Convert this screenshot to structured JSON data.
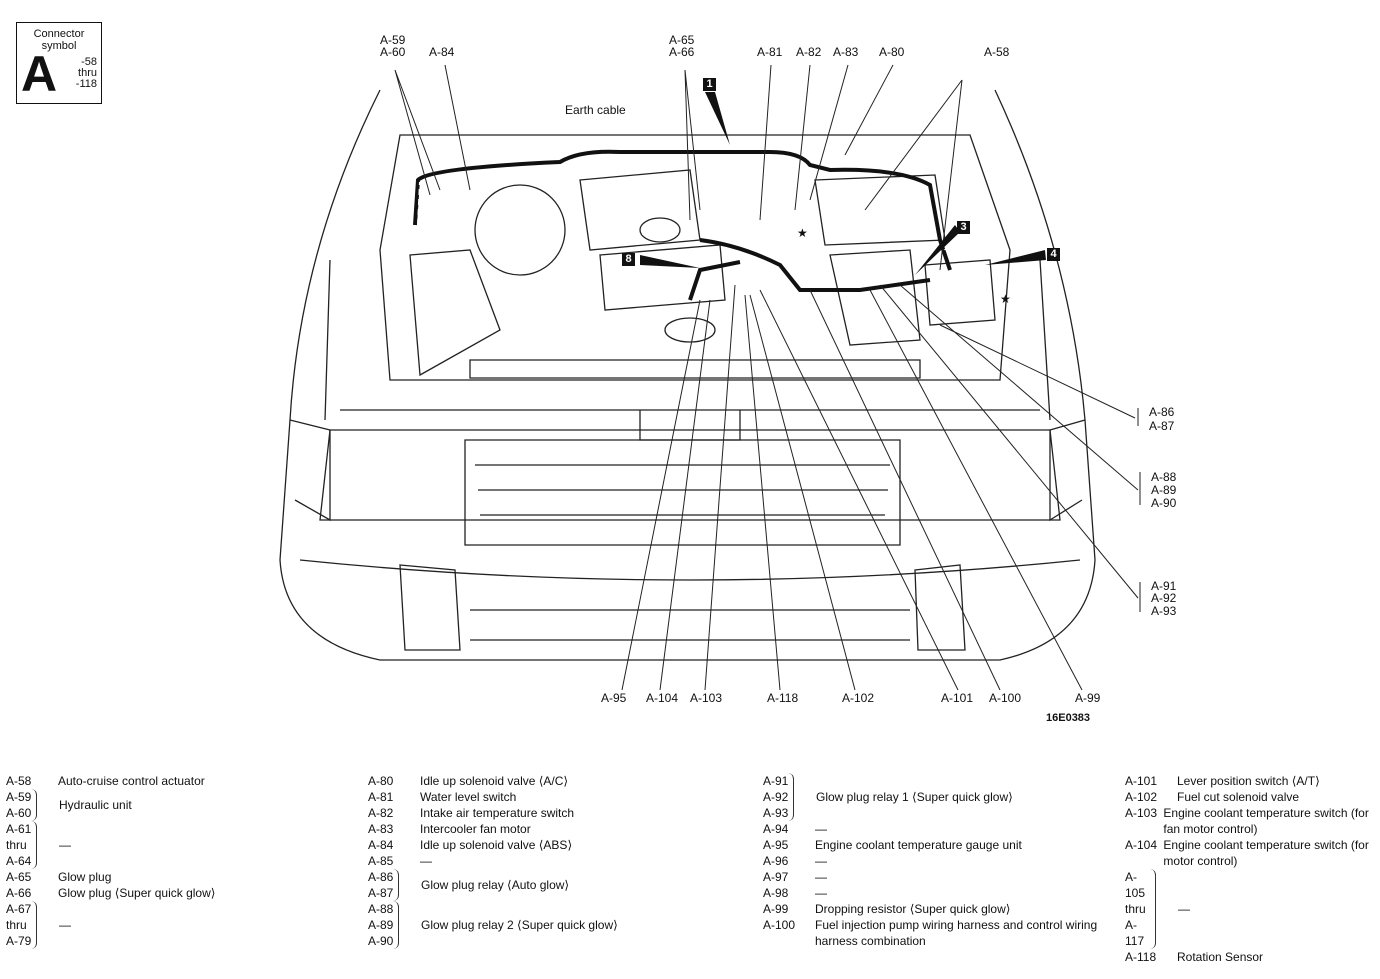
{
  "symbol": {
    "title_line1": "Connector",
    "title_line2": "symbol",
    "letter": "A",
    "range_top": "-58",
    "range_mid": "thru",
    "range_bot": "-118"
  },
  "figure_code": "16E0383",
  "earth_cable": "Earth cable",
  "markers": [
    "1",
    "3",
    "4",
    "8"
  ],
  "top_labels": {
    "a59": "A-59",
    "a60": "A-60",
    "a84": "A-84",
    "a65": "A-65",
    "a66": "A-66",
    "a81": "A-81",
    "a82": "A-82",
    "a83": "A-83",
    "a80": "A-80",
    "a58": "A-58"
  },
  "bottom_labels": {
    "a95": "A-95",
    "a104": "A-104",
    "a103": "A-103",
    "a118": "A-118",
    "a102": "A-102",
    "a101": "A-101",
    "a100": "A-100",
    "a99": "A-99"
  },
  "right_labels": {
    "a86": "A-86",
    "a87": "A-87",
    "a88": "A-88",
    "a89": "A-89",
    "a90": "A-90",
    "a91": "A-91",
    "a92": "A-92",
    "a93": "A-93"
  },
  "legend": [
    [
      {
        "ids": [
          "A-58"
        ],
        "desc": "Auto-cruise control actuator"
      },
      {
        "ids": [
          "A-59",
          "A-60"
        ],
        "desc": "Hydraulic unit"
      },
      {
        "ids": [
          "A-61",
          "thru",
          "A-64"
        ],
        "desc": "—"
      },
      {
        "ids": [
          "A-65"
        ],
        "desc": "Glow plug"
      },
      {
        "ids": [
          "A-66"
        ],
        "desc": "Glow plug ⟨Super quick glow⟩"
      },
      {
        "ids": [
          "A-67",
          "thru",
          "A-79"
        ],
        "desc": "—"
      }
    ],
    [
      {
        "ids": [
          "A-80"
        ],
        "desc": "Idle up solenoid valve ⟨A/C⟩"
      },
      {
        "ids": [
          "A-81"
        ],
        "desc": "Water level switch"
      },
      {
        "ids": [
          "A-82"
        ],
        "desc": "Intake air temperature switch"
      },
      {
        "ids": [
          "A-83"
        ],
        "desc": "Intercooler fan motor"
      },
      {
        "ids": [
          "A-84"
        ],
        "desc": "Idle up solenoid valve ⟨ABS⟩"
      },
      {
        "ids": [
          "A-85"
        ],
        "desc": "—"
      },
      {
        "ids": [
          "A-86",
          "A-87"
        ],
        "desc": "Glow plug relay ⟨Auto glow⟩"
      },
      {
        "ids": [
          "A-88",
          "A-89",
          "A-90"
        ],
        "desc": "Glow plug relay 2 ⟨Super quick glow⟩"
      }
    ],
    [
      {
        "ids": [
          "A-91",
          "A-92",
          "A-93"
        ],
        "desc": "Glow plug relay 1 ⟨Super quick glow⟩"
      },
      {
        "ids": [
          "A-94"
        ],
        "desc": "—"
      },
      {
        "ids": [
          "A-95"
        ],
        "desc": "Engine coolant temperature gauge unit"
      },
      {
        "ids": [
          "A-96"
        ],
        "desc": "—"
      },
      {
        "ids": [
          "A-97"
        ],
        "desc": "—"
      },
      {
        "ids": [
          "A-98"
        ],
        "desc": "—"
      },
      {
        "ids": [
          "A-99"
        ],
        "desc": "Dropping resistor ⟨Super quick glow⟩"
      },
      {
        "ids": [
          "A-100"
        ],
        "desc": "Fuel injection pump wiring harness and control wiring harness combination",
        "wrap": true
      }
    ],
    [
      {
        "ids": [
          "A-101"
        ],
        "desc": "Lever position switch ⟨A/T⟩"
      },
      {
        "ids": [
          "A-102"
        ],
        "desc": "Fuel cut solenoid valve"
      },
      {
        "ids": [
          "A-103"
        ],
        "desc": "Engine coolant temperature switch (for fan motor control)",
        "wrap": true
      },
      {
        "ids": [
          "A-104"
        ],
        "desc": "Engine coolant temperature switch (for motor control)",
        "wrap": true
      },
      {
        "ids": [
          "A-105",
          "thru",
          "A-117"
        ],
        "desc": "—"
      },
      {
        "ids": [
          "A-118"
        ],
        "desc": "Rotation Sensor"
      }
    ]
  ]
}
